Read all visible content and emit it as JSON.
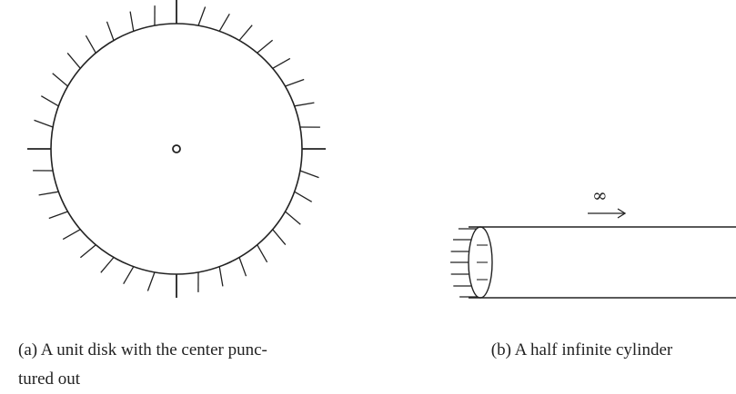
{
  "figure": {
    "subfigures": [
      {
        "id": "a",
        "caption": "(a) A unit disk with the center punc- tured out",
        "caption_line1": "(a) A unit disk with the center punc-",
        "caption_line2": "tured out"
      },
      {
        "id": "b",
        "caption": "(b) A half infinite cylinder",
        "infinity_label": "∞"
      }
    ]
  }
}
